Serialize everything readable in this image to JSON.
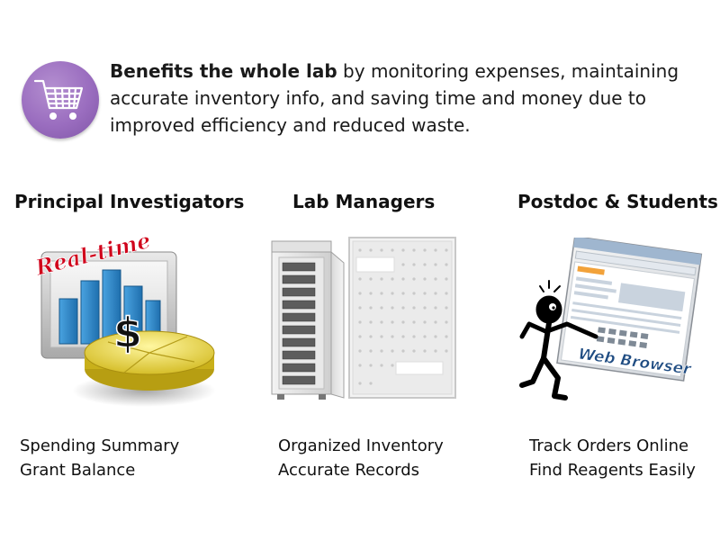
{
  "header": {
    "lead_bold": "Benefits the whole lab",
    "line1_rest": " by monitoring expenses, maintaining",
    "line2": "accurate inventory info, and saving time and money due to",
    "line3": "improved efficiency and reduced waste.",
    "icon": "shopping-cart-icon"
  },
  "columns": [
    {
      "title": "Principal Investigators",
      "illustration_label": "Real-time",
      "currency_symbol": "$",
      "captions": [
        "Spending Summary",
        "Grant Balance"
      ]
    },
    {
      "title": "Lab Managers",
      "captions": [
        "Organized Inventory",
        "Accurate Records"
      ]
    },
    {
      "title": "Postdoc & Students",
      "illustration_label": "Web Browser",
      "captions": [
        "Track Orders Online",
        "Find Reagents Easily"
      ]
    }
  ],
  "colors": {
    "badge": "#9a6dbf",
    "real_time_red": "#d0021b",
    "coin_yellow": "#e8d630",
    "chart_blue": "#2a86c9"
  }
}
